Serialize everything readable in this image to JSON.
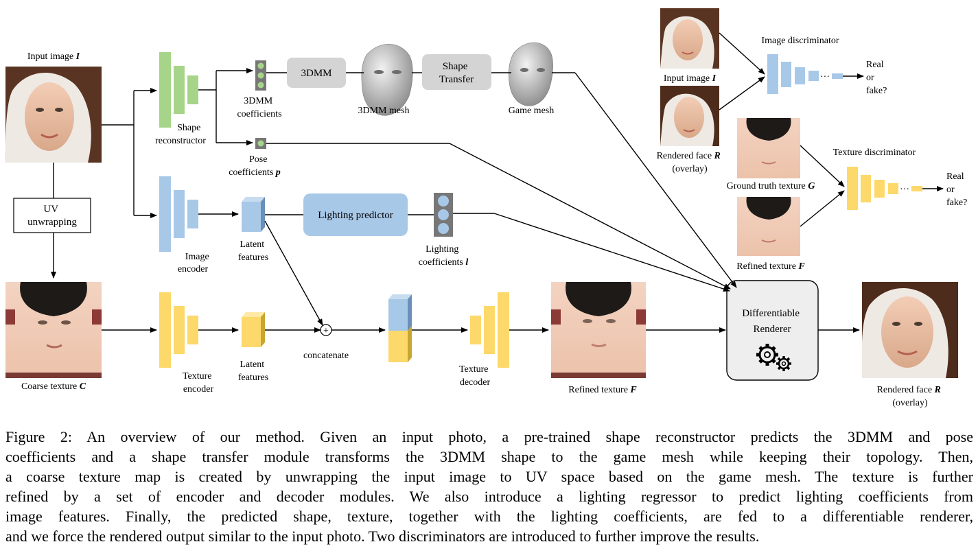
{
  "diagram": {
    "input_image_label": "Input image",
    "input_image_sym": "I",
    "uv_unwrapping": [
      "UV",
      "unwrapping"
    ],
    "shape_reconstructor": [
      "Shape",
      "reconstructor"
    ],
    "image_encoder": [
      "Image",
      "encoder"
    ],
    "texture_encoder": [
      "Texture",
      "encoder"
    ],
    "coeff_3dmm": [
      "3DMM",
      "coefficients"
    ],
    "pose_coeff": "Pose",
    "pose_coeff2": "coefficients",
    "pose_sym": "p",
    "box_3dmm": "3DMM",
    "mesh_3dmm": "3DMM mesh",
    "shape_transfer": [
      "Shape",
      "Transfer"
    ],
    "game_mesh": "Game mesh",
    "latent_features_1": [
      "Latent",
      "features"
    ],
    "latent_features_2": [
      "Latent",
      "features"
    ],
    "lighting_predictor": "Lighting predictor",
    "lighting_coeff": "Lighting",
    "lighting_coeff2": "coefficients",
    "lighting_sym": "l",
    "concatenate": "concatenate",
    "plus": "+",
    "texture_decoder": [
      "Texture",
      "decoder"
    ],
    "coarse_texture": "Coarse texture",
    "coarse_sym": "C",
    "refined_texture": "Refined  texture",
    "refined_sym": "F",
    "renderer": [
      "Differentiable",
      "Renderer"
    ],
    "rendered_face": "Rendered face",
    "rendered_sym": "R",
    "overlay": "(overlay)",
    "image_discriminator": "Image discriminator",
    "disc_input_label": "Input image",
    "disc_input_sym": "I",
    "disc_rendered_label": "Rendered face",
    "disc_rendered_sym": "R",
    "disc_overlay": "(overlay)",
    "real_or_fake": [
      "Real",
      "or",
      "fake?"
    ],
    "texture_discriminator": "Texture discriminator",
    "ground_truth_texture": "Ground truth  texture",
    "ground_truth_sym": "G",
    "refined_texture_small": "Refined  texture",
    "refined_texture_small_sym": "F",
    "dots": "···"
  },
  "caption": [
    "Figure 2: An overview of our method. Given an input photo, a pre-trained shape reconstructor predicts the 3DMM and pose",
    "coefficients and a shape transfer module transforms the 3DMM shape to the game mesh while keeping their topology. Then,",
    "a coarse texture map is created by unwrapping the input image to UV space based on the game mesh. The texture is further",
    "refined by a set of encoder and decoder modules. We also introduce a lighting regressor to predict lighting coefficients from",
    "image features. Finally, the predicted shape, texture, together with the lighting coefficients, are fed to a differentiable renderer,",
    "and we force the rendered output similar to the input photo. Two discriminators are introduced to further improve the results."
  ],
  "colors": {
    "green": "#a6d58a",
    "blue": "#a8c8e8",
    "yellow": "#fdd86a",
    "gray_box": "#d4d4d4",
    "renderer_bg": "#eeeeee"
  }
}
